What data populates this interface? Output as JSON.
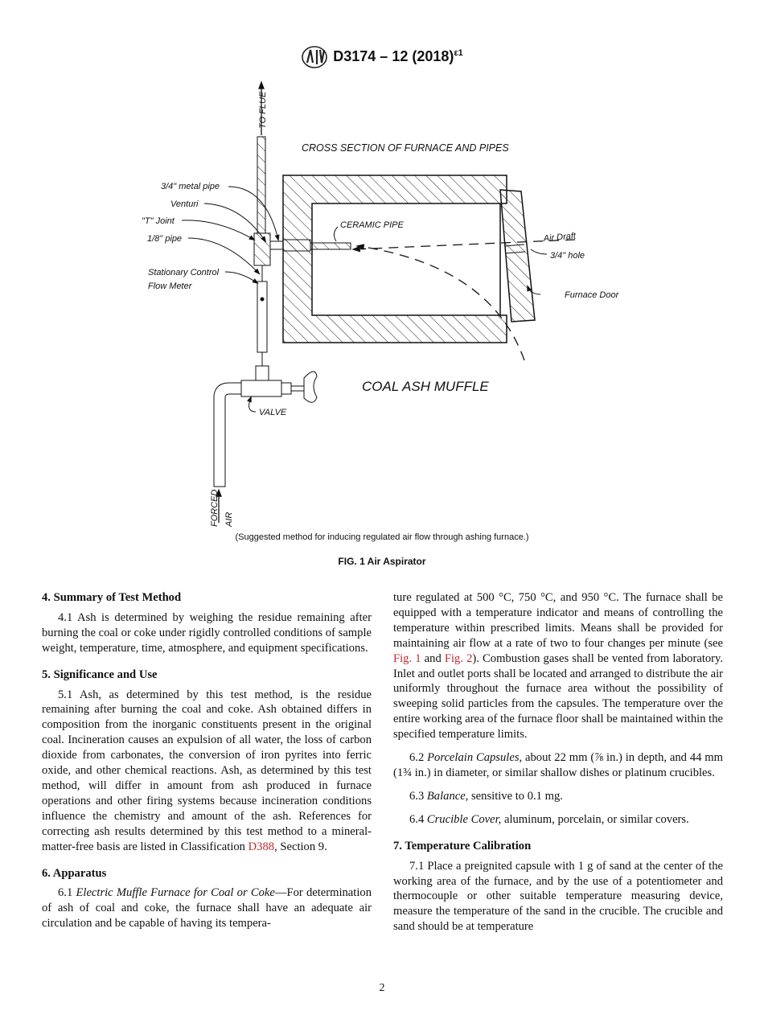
{
  "header": {
    "designation": "D3174 – 12 (2018)",
    "superscript": "ε1",
    "logo": "ASTM"
  },
  "figure": {
    "title": "CROSS SECTION OF FURNACE AND PIPES",
    "labels": {
      "to_flue": "TO FLUE",
      "metal_pipe": "3/4\" metal pipe",
      "venturi": "Venturi",
      "t_joint": "\"T\" Joint",
      "eighth_pipe": "1/8\" pipe",
      "flow_meter_1": "Stationary Control",
      "flow_meter_2": "Flow Meter",
      "ceramic_pipe": "CERAMIC PIPE",
      "air_draft": "Air Draft",
      "hole": "3/4\" hole",
      "furnace_door": "Furnace Door",
      "muffle": "COAL ASH MUFFLE",
      "valve": "VALVE",
      "forced": "FORCED",
      "air": "AIR"
    },
    "note": "(Suggested method for inducing regulated air flow through ashing furnace.)",
    "caption": "FIG. 1 Air Aspirator"
  },
  "left": {
    "s4_title": "4. Summary of Test Method",
    "s4_1": "4.1 Ash is determined by weighing the residue remaining after burning the coal or coke under rigidly controlled conditions of sample weight, temperature, time, atmosphere, and equipment specifications.",
    "s5_title": "5. Significance and Use",
    "s5_1a": "5.1 Ash, as determined by this test method, is the residue remaining after burning the coal and coke. Ash obtained differs in composition from the inorganic constituents present in the original coal. Incineration causes an expulsion of all water, the loss of carbon dioxide from carbonates, the conversion of iron pyrites into ferric oxide, and other chemical reactions. Ash, as determined by this test method, will differ in amount from ash produced in furnace operations and other firing systems because incineration conditions influence the chemistry and amount of the ash. References for correcting ash results determined by this test method to a mineral-matter-free basis are listed in Classification ",
    "s5_1_link": "D388",
    "s5_1b": ", Section 9.",
    "s6_title": "6. Apparatus",
    "s6_1a": "6.1 ",
    "s6_1_term": "Electric Muffle Furnace for Coal or Coke",
    "s6_1b": "—For determination of ash of coal and coke, the furnace shall have an adequate air circulation and be capable of having its tempera-"
  },
  "right": {
    "s6_1c": "ture regulated at 500 °C, 750 °C, and 950 °C. The furnace shall be equipped with a temperature indicator and means of controlling the temperature within prescribed limits. Means shall be provided for maintaining air flow at a rate of two to four changes per minute (see ",
    "fig1_link": "Fig. 1",
    "and": " and ",
    "fig2_link": "Fig. 2",
    "s6_1d": "). Combustion gases shall be vented from laboratory. Inlet and outlet ports shall be located and arranged to distribute the air uniformly throughout the furnace area without the possibility of sweeping solid particles from the capsules. The temperature over the entire working area of the furnace floor shall be maintained within the specified temperature limits.",
    "s6_2a": "6.2 ",
    "s6_2_term": "Porcelain Capsules,",
    "s6_2b": " about 22 mm (⅞ in.) in depth, and 44 mm (1¾ in.) in diameter, or similar shallow dishes or platinum crucibles.",
    "s6_3a": "6.3 ",
    "s6_3_term": "Balance,",
    "s6_3b": " sensitive to 0.1 mg.",
    "s6_4a": "6.4 ",
    "s6_4_term": "Crucible Cover,",
    "s6_4b": " aluminum, porcelain, or similar covers.",
    "s7_title": "7. Temperature Calibration",
    "s7_1": "7.1 Place a preignited capsule with 1 g of sand at the center of the working area of the furnace, and by the use of a potentiometer and thermocouple or other suitable temperature measuring device, measure the temperature of the sand in the crucible. The crucible and sand should be at temperature"
  },
  "page_number": "2",
  "colors": {
    "link": "#c0282d"
  }
}
